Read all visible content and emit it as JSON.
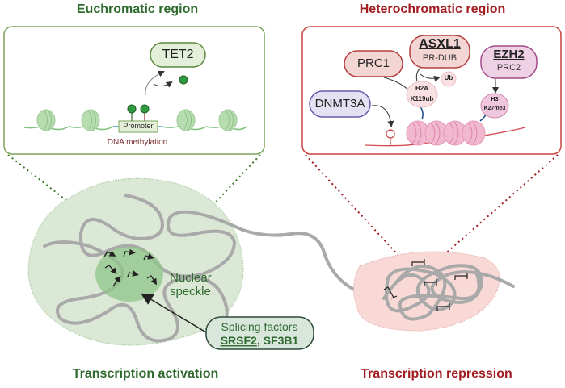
{
  "titles": {
    "euchromatic": "Euchromatic region",
    "heterochromatic": "Heterochromatic region",
    "activation": "Transcription activation",
    "repression": "Transcription repression"
  },
  "euchromatic_panel": {
    "enzyme": "TET2",
    "promoter": "Promoter",
    "methylation_label": "DNA methylation"
  },
  "heterochromatic_panel": {
    "prc1": "PRC1",
    "asxl1": "ASXL1",
    "asxl1_complex": "PR-DUB",
    "ezh2": "EZH2",
    "ezh2_complex": "PRC2",
    "dnmt3a": "DNMT3A",
    "ub": "Ub",
    "h2a_line1": "H2A",
    "h2a_line2": "K119ub",
    "h3_line1": "H3",
    "h3_line2": "K27me3"
  },
  "nucleus": {
    "speckle_line1": "Nuclear",
    "speckle_line2": "speckle",
    "splicing_title": "Splicing factors",
    "splicing_gene1": "SRSF2",
    "splicing_sep": ",",
    "splicing_gene2": "SF3B1"
  },
  "colors": {
    "green_title": "#2f6b2f",
    "red_title": "#a11d22",
    "euchromatin_fill": "#dce8d6",
    "speckle_fill": "#8fc48a",
    "heterochromatin_fill": "#f8d9d6",
    "chromatin_fiber": "#a9a9a9"
  }
}
